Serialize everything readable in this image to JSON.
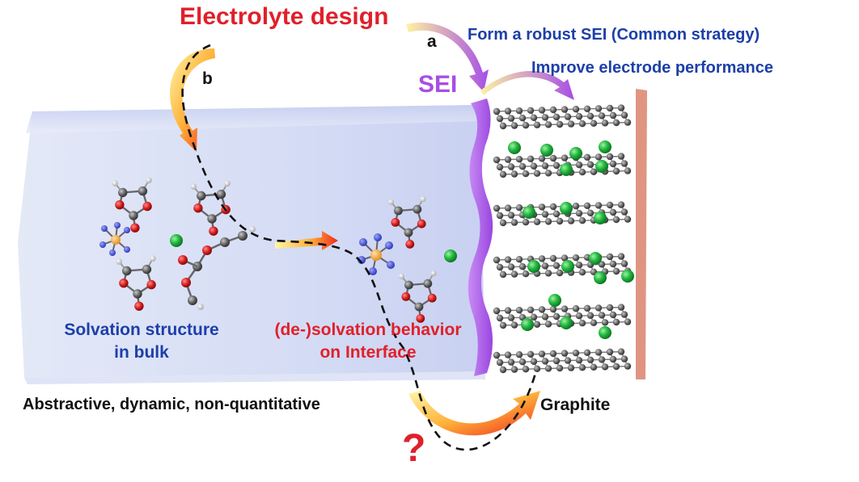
{
  "title": "Electrolyte design",
  "paths": {
    "a_label": "a",
    "b_label": "b"
  },
  "sei": {
    "label": "SEI",
    "strategy_line1": "Form a robust SEI (Common strategy)",
    "strategy_line2": "Improve electrode performance"
  },
  "bulk": {
    "line1": "Solvation structure",
    "line2": "in bulk"
  },
  "interface": {
    "line1": "(de-)solvation behavior",
    "line2": "on Interface"
  },
  "caption_left": "Abstractive, dynamic, non-quantitative",
  "caption_right": "Graphite",
  "question_mark": "?",
  "colors": {
    "title_red": "#e0202b",
    "text_blue": "#1d3fa8",
    "sei_purple": "#a64ee6",
    "li_ion_green": "#1fb43a",
    "carbon_gray": "#5a5a5a",
    "oxygen_red": "#d01818",
    "center_ion_orange": "#f0a040",
    "anion_blue": "#3b4ad8"
  }
}
